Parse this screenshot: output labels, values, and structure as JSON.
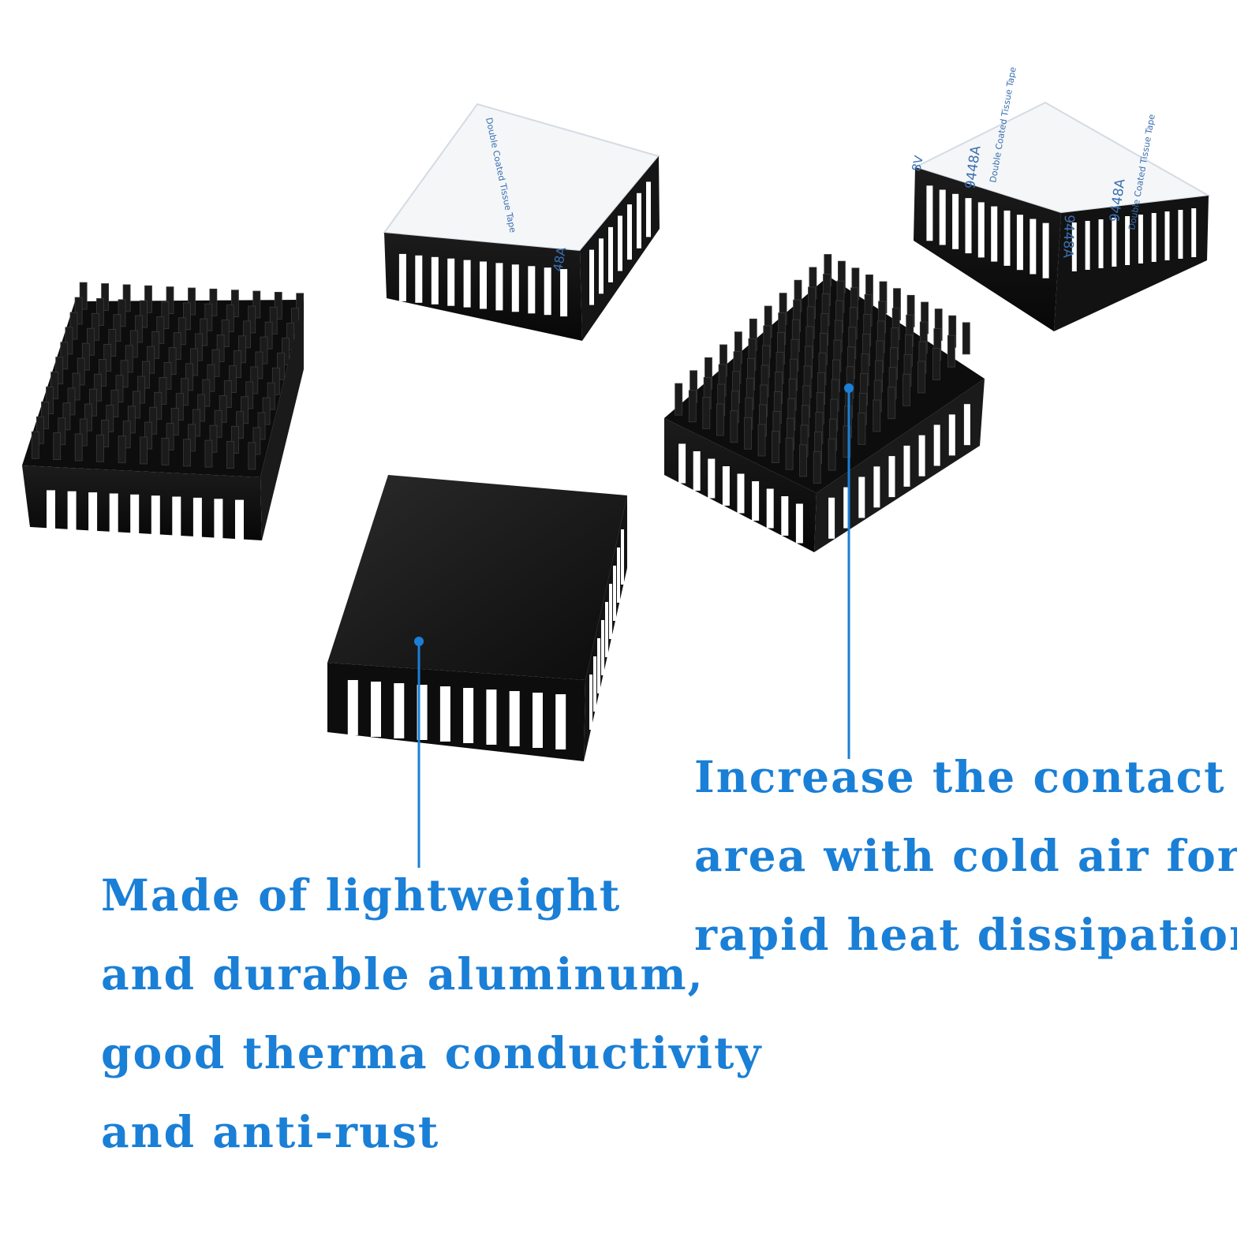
{
  "accent_color": "#1a7fd6",
  "heatsink_color": "#111111",
  "tape_color": "#f4f6f8",
  "tape_print_color": "#3b6fb0",
  "tape_prints": {
    "code": "9448A",
    "description": "Double Coated Tissue Tape",
    "partial_left": "48A",
    "partial_top": "8V"
  },
  "callouts": {
    "left": {
      "lines": [
        "Made of lightweight",
        "and durable aluminum,",
        "good therma conductivity",
        "and anti-rust"
      ]
    },
    "right": {
      "lines": [
        "Increase the contact",
        "area with cold air for",
        "rapid heat dissipation"
      ]
    }
  }
}
